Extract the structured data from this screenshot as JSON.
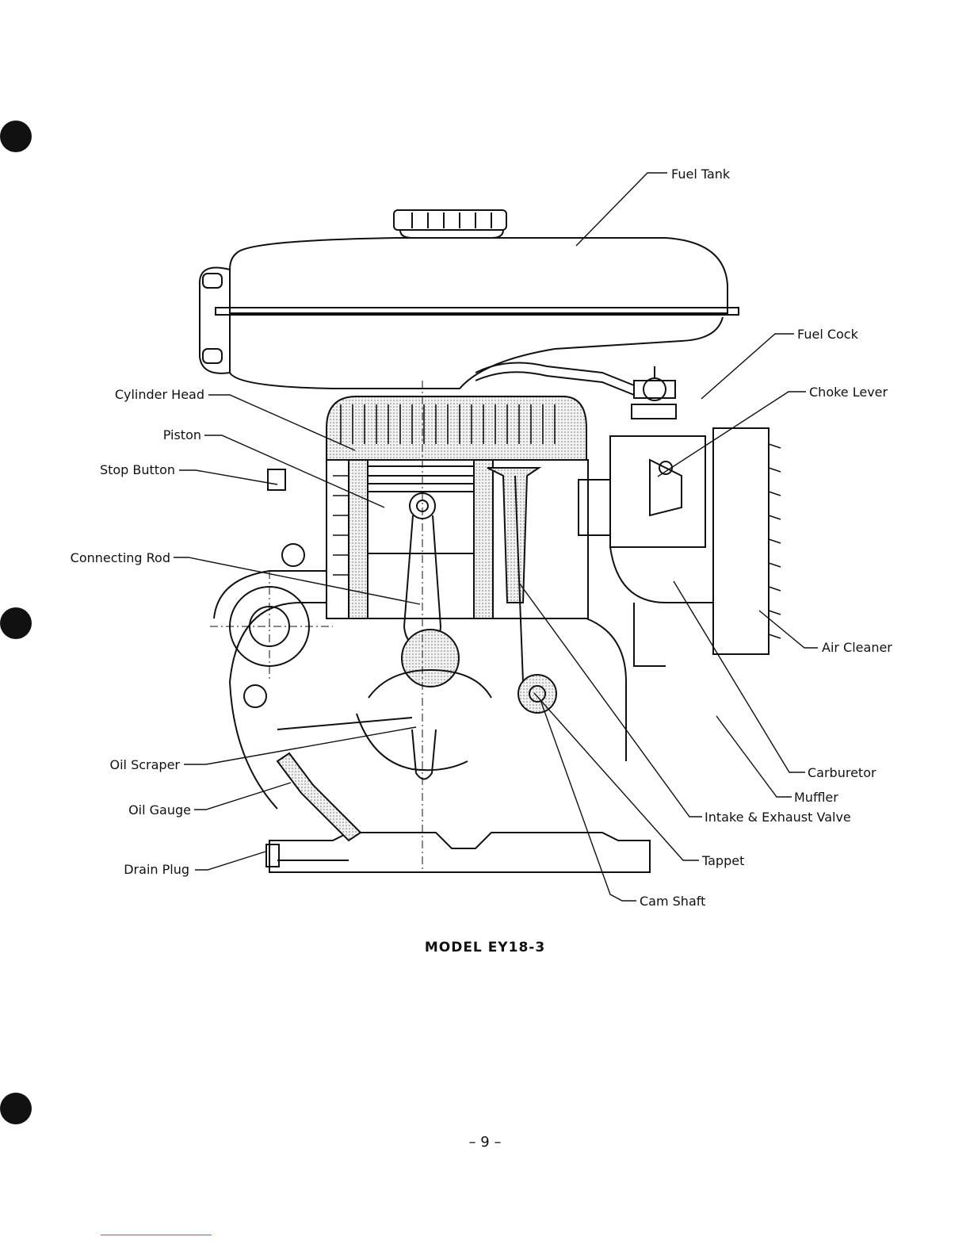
{
  "caption": "MODEL EY18-3",
  "page_number": "– 9 –",
  "labels": {
    "fuel_tank": "Fuel Tank",
    "fuel_cock": "Fuel Cock",
    "choke_lever": "Choke Lever",
    "cylinder_head": "Cylinder Head",
    "piston": "Piston",
    "stop_button": "Stop Button",
    "connecting_rod": "Connecting Rod",
    "air_cleaner": "Air Cleaner",
    "oil_scraper": "Oil Scraper",
    "oil_gauge": "Oil Gauge",
    "drain_plug": "Drain Plug",
    "carburetor": "Carburetor",
    "muffler": "Muffler",
    "intake_exhaust_valve": "Intake & Exhaust Valve",
    "tappet": "Tappet",
    "cam_shaft": "Cam Shaft"
  }
}
